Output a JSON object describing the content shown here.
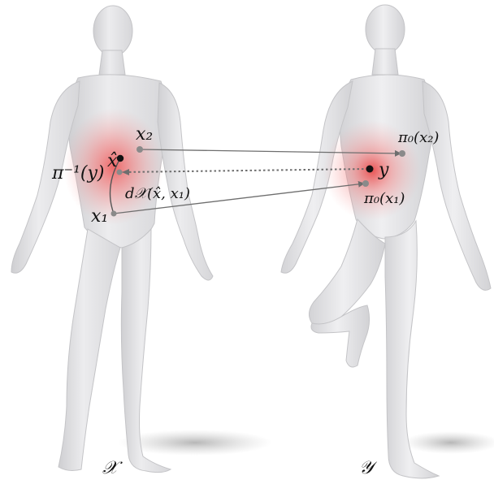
{
  "labels": {
    "x1": "x₁",
    "x2": "x₂",
    "xhat": "x̂",
    "pi_inv_y": "π⁻¹(y)",
    "geodesic": "d𝒳(x̂, x₁)",
    "y": "y",
    "pi0_x2": "π₀(x₂)",
    "pi0_x1": "π₀(x₁)",
    "shape_X": "𝒳",
    "shape_Y": "𝒴"
  },
  "colors": {
    "body_fill": "#e4e4e6",
    "body_shade": "#c9c9cc",
    "heat": "#f05555",
    "point_dark": "#111111",
    "point_gray": "#8a8a8a",
    "arrow": "#6e6e6e",
    "shadow": "#b9b9b9"
  }
}
